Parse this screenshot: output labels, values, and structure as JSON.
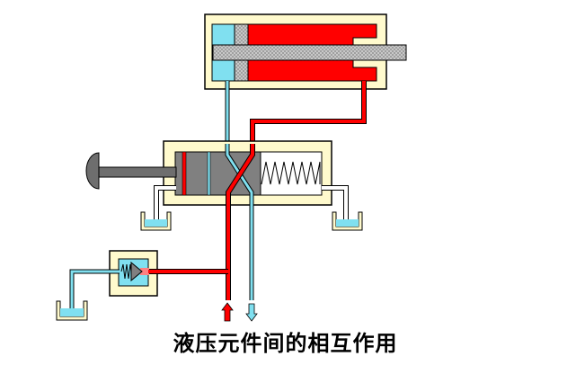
{
  "caption": "液压元件间的相互作用",
  "components": {
    "cylinder": "hydraulic-cylinder",
    "directional_valve": "manual-directional-valve",
    "relief_valve": "pressure-relief-valve",
    "tanks": [
      "tank-left",
      "tank-right",
      "tank-relief"
    ],
    "arrows": [
      "pressure-in-arrow",
      "return-out-arrow"
    ]
  },
  "colors": {
    "pressure": "#ff0000",
    "return": "#80e0f0",
    "housing": "#fffacd",
    "spool": "#808080",
    "rod": "#c0c0c0",
    "outline": "#000000"
  }
}
